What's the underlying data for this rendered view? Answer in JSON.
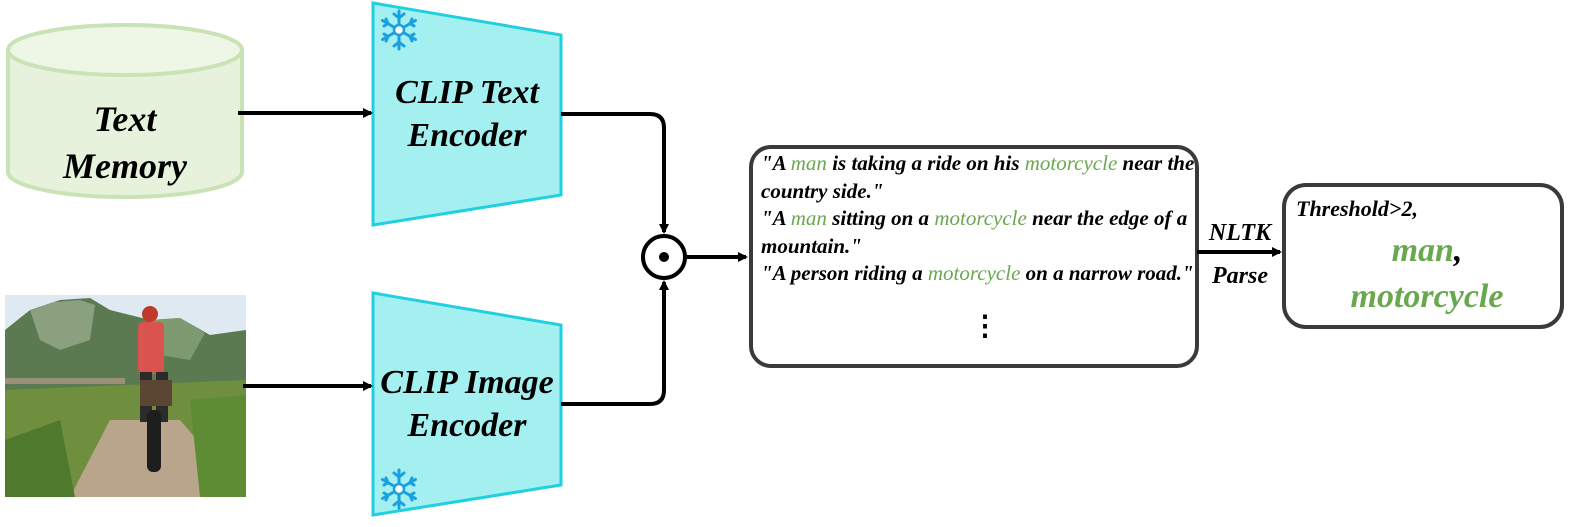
{
  "text_memory": {
    "line1": "Text",
    "line2": "Memory"
  },
  "text_encoder": {
    "line1": "CLIP Text",
    "line2": "Encoder"
  },
  "image_encoder": {
    "line1": "CLIP Image",
    "line2": "Encoder"
  },
  "operator": "⊙ (element-wise product)",
  "captions": {
    "c1": {
      "q": "\"A ",
      "w1": "man",
      "m1": " is taking a ride on his ",
      "w2": "motorcycle",
      "end": " near the country side.\""
    },
    "c2": {
      "q": "\"A ",
      "w1": "man",
      "m1": " sitting on a ",
      "w2": "motorcycle",
      "end": " near the edge of a mountain.\""
    },
    "c3": {
      "q": "\"A person riding a ",
      "w1": "motorcycle",
      "end": " on a narrow road.\""
    },
    "ellipsis": "⋮"
  },
  "parse": {
    "top": "NLTK",
    "bottom": "Parse"
  },
  "result": {
    "threshold": "Threshold>2,",
    "word1": "man",
    "comma": ",",
    "word2": "motorcycle"
  },
  "icons": {
    "frozen": "snowflake-icon"
  },
  "colors": {
    "memory_fill": "#e6f2dc",
    "memory_stroke": "#c9e2b6",
    "encoder_fill": "#a4f0f0",
    "encoder_stroke": "#20d0e0",
    "highlight": "#6aa84f",
    "snowflake": "#1a9fe0"
  }
}
